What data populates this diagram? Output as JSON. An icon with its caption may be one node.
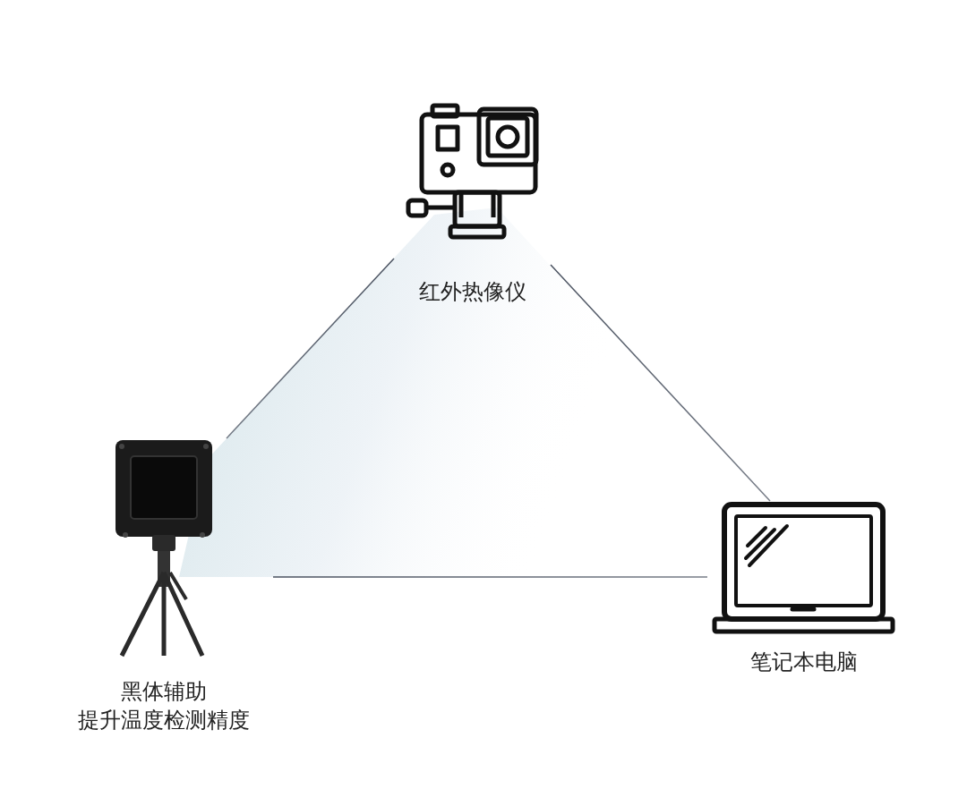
{
  "diagram": {
    "nodes": [
      {
        "text": [
          "红外热像仪"
        ]
      },
      {
        "text": [
          "黑体辅助",
          "提升温度检测精度"
        ]
      },
      {
        "text": [
          "笔记本电脑"
        ]
      }
    ],
    "edges": [
      {
        "from": 0,
        "to": 1,
        "arrow": "none"
      },
      {
        "from": 0,
        "to": 2,
        "arrow": "none"
      },
      {
        "from": 1,
        "to": 2,
        "arrow": "none"
      }
    ]
  }
}
